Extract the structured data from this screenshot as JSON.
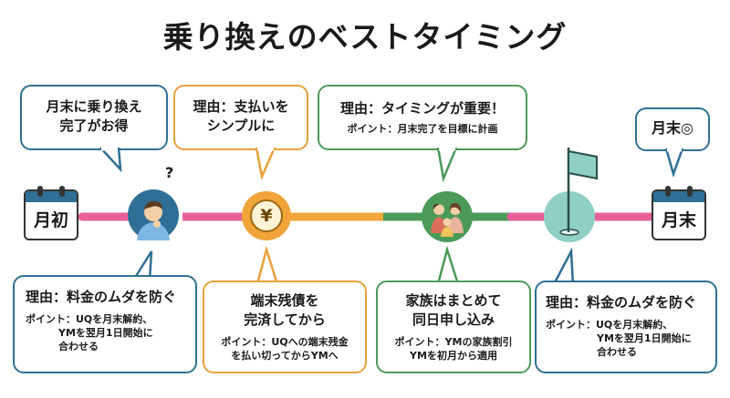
{
  "title": "乗り換えのベストタイミング",
  "start_label": "月初",
  "end_label": "月末",
  "end_badge": "月末◎",
  "top_bubbles": [
    {
      "line1": "月末に乗り換え",
      "line2": "完了がお得"
    },
    {
      "line1": "理由：支払いを",
      "line2": "シンプルに"
    },
    {
      "head": "理由：タイミングが重要！",
      "sub": "ポイント：月末完了を目標に計画"
    }
  ],
  "bottom_bubbles": [
    {
      "head": "理由：料金のムダを防ぐ",
      "sub1": "ポイント：UQを月末解約、",
      "sub2": "YMを翌月1日開始に",
      "sub3": "合わせる"
    },
    {
      "head1": "端末残債を",
      "head2": "完済してから",
      "sub1": "ポイント：UQへの端末残金",
      "sub2": "を払い切ってからYMへ"
    },
    {
      "head1": "家族はまとめて",
      "head2": "同日申し込み",
      "sub1": "ポイント：YMの家族割引",
      "sub2": "YMを初月から適用"
    },
    {
      "head": "理由：料金のムダを防ぐ",
      "sub1": "ポイント：UQを月末解約、",
      "sub2": "YMを翌月1日開始に",
      "sub3": "合わせる"
    }
  ],
  "icons": {
    "thinking": "thinking-person-icon",
    "coin": "yen-coin-icon",
    "family": "family-icon",
    "flag": "goal-flag-icon",
    "question_mark": "?",
    "yen_symbol": "¥"
  },
  "colors": {
    "pink": "#e8609a",
    "orange": "#f0a43a",
    "green": "#4c9a5a",
    "navy": "#2f6f95",
    "teal": "#8fcfc4"
  }
}
